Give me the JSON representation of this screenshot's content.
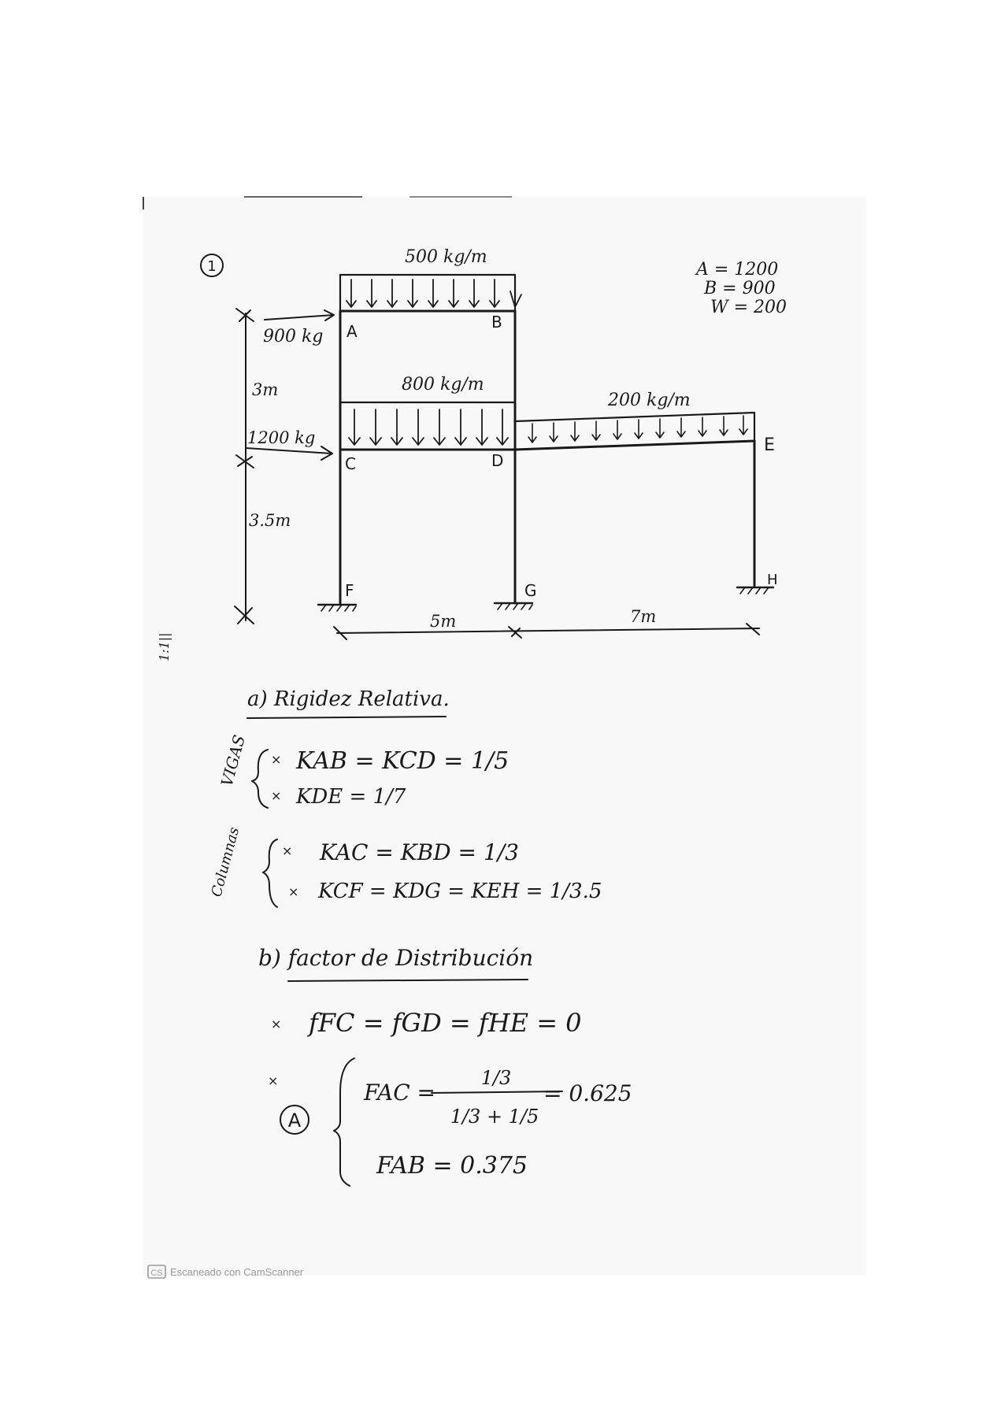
{
  "problem_number": "1",
  "given_values": [
    "A = 1200",
    "B = 900",
    "W = 200"
  ],
  "frame": {
    "loads": {
      "top_beam_distributed": "500 kg/m",
      "middle_beam_distributed": "800 kg/m",
      "right_beam_distributed": "200 kg/m",
      "lateral_top": "900 kg",
      "lateral_mid": "1200 kg"
    },
    "nodes": {
      "A": "A",
      "B": "B",
      "C": "C",
      "D": "D",
      "E": "E",
      "F": "F",
      "G": "G",
      "H": "H"
    },
    "dimensions": {
      "height_top": "3m",
      "height_bottom": "3.5m",
      "span_left": "5m",
      "span_right": "7m"
    }
  },
  "margin_mark": "1:1||",
  "section_a": {
    "title": "a) Rigidez Relativa.",
    "vigas_label": "VIGAS",
    "vigas_lines": [
      "KAB = KCD = 1/5",
      "KDE = 1/7"
    ],
    "columnas_label": "Columnas",
    "columnas_lines": [
      "KAC = KBD = 1/3",
      "KCF = KDG = KEH = 1/3.5"
    ]
  },
  "section_b": {
    "title": "b) factor de Distribución",
    "line_zero": "fFC = fGD = fHE = 0",
    "node_label": "A",
    "fac_lhs": "FAC =",
    "fac_num": "1/3",
    "fac_den": "1/3 + 1/5",
    "fac_result": "= 0.625",
    "fab": "FAB = 0.375"
  },
  "footer": {
    "badge": "CS",
    "text": "Escaneado con CamScanner"
  }
}
